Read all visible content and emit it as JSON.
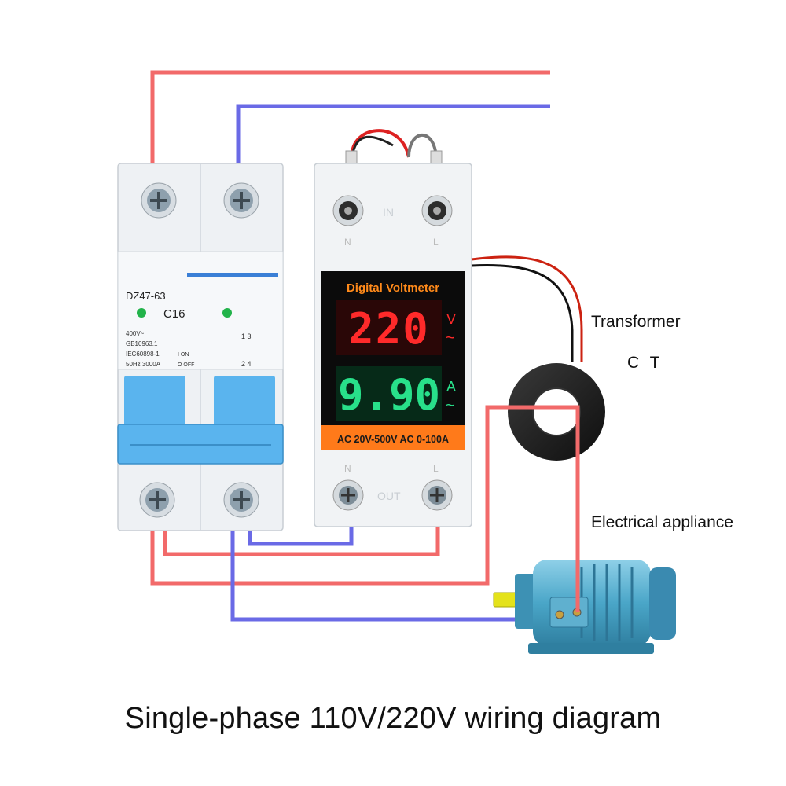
{
  "diagram": {
    "title": "Single-phase 110V/220V wiring diagram",
    "wire_colors": {
      "live": "#f26a6a",
      "neutral": "#6a6ae6"
    },
    "breaker": {
      "model": "DZ47-63",
      "rating": "C16",
      "spec_lines": [
        "400V~",
        "GB10963.1",
        "IEC60898-1",
        "50Hz 3000A"
      ],
      "on_label": "I ON",
      "off_label": "O OFF",
      "terminal_top": "1  3",
      "terminal_bottom": "2  4",
      "body_color": "#eef1f4",
      "toggle_color": "#5ab4ee"
    },
    "meter": {
      "title": "Digital Voltmeter",
      "voltage_reading": "220",
      "voltage_unit": "V",
      "current_reading": "9.90",
      "current_unit": "A",
      "ac_symbol": "~",
      "range_text": "AC 20V-500V AC 0-100A",
      "input_label": "IN",
      "output_label": "OUT",
      "terminal_n": "N",
      "terminal_l": "L",
      "voltage_color": "#ff2a2a",
      "current_color": "#28e08a",
      "range_color": "#ff7a1a"
    },
    "labels": {
      "transformer": "Transformer",
      "ct": "C T",
      "appliance": "Electrical appliance"
    },
    "icons": [
      "screw-terminal-icon",
      "ct-ring-icon",
      "electric-motor-icon"
    ]
  }
}
